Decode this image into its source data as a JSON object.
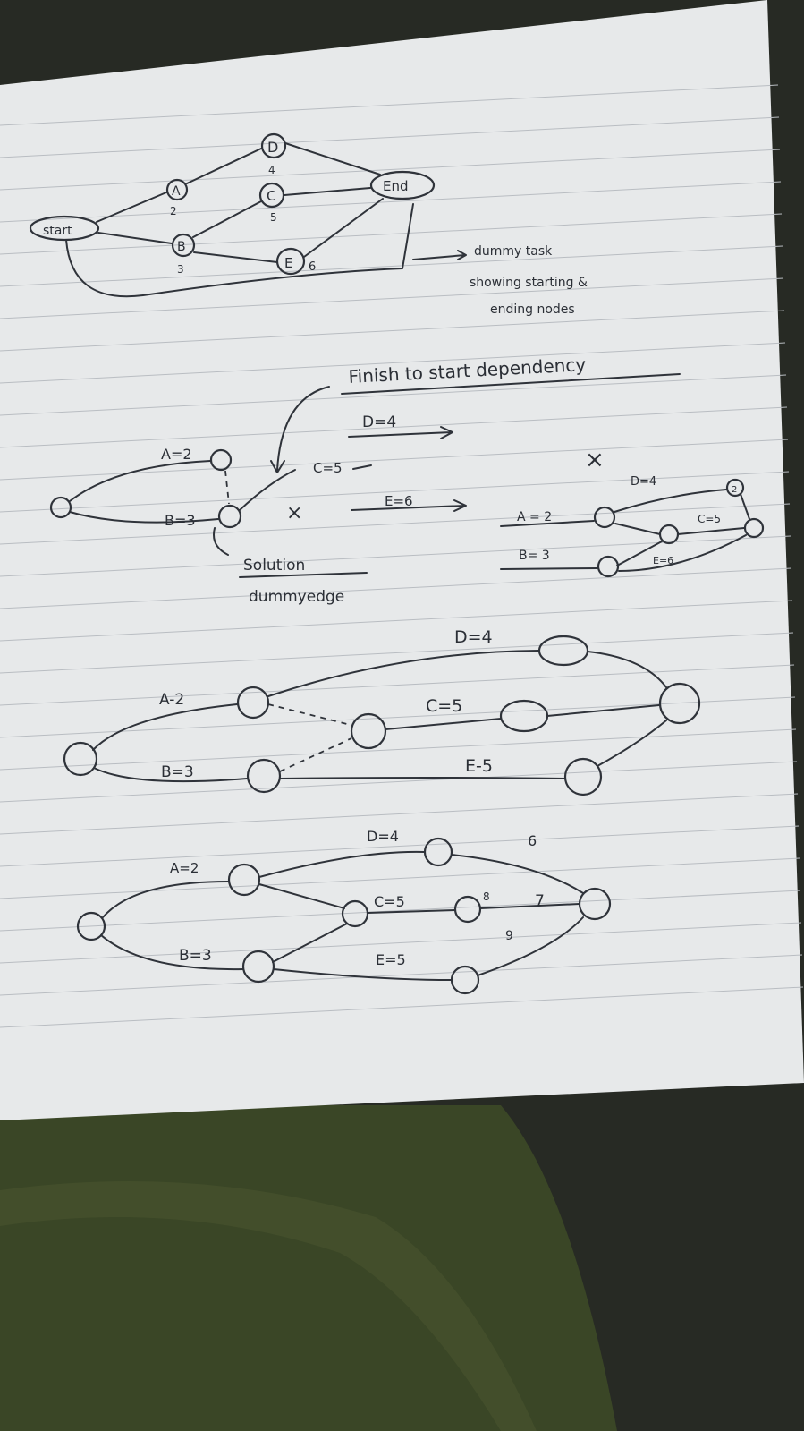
{
  "colors": {
    "paper": "#e7e9ea",
    "ink": "#2f333a",
    "fabric": "#3d4a25",
    "background": "#2a2d26"
  },
  "diagram1": {
    "start": "start",
    "end": "End",
    "nodes": {
      "a": "A",
      "b": "B",
      "c": "C",
      "d": "D",
      "e": "E"
    },
    "weights": {
      "a": "2",
      "b": "3",
      "c": "5",
      "d": "4",
      "e": "6"
    },
    "note": [
      "dummy task",
      "showing starting &",
      "ending nodes"
    ]
  },
  "heading": "Finish to start dependency",
  "diagram2": {
    "left": {
      "a": "A=2",
      "b": "B=3",
      "c": "C=5",
      "d": "D=4",
      "e": "E=6",
      "cross": "×"
    },
    "solution": "Solution",
    "dummy": "dummyedge",
    "right": {
      "cross": "×",
      "a": "A = 2",
      "b": "B= 3",
      "c": "C=5",
      "d": "D=4",
      "e": "E=6",
      "end": "2"
    }
  },
  "diagram3": {
    "a": "A-2",
    "b": "B=3",
    "c": "C=5",
    "d": "D=4",
    "e": "E-5"
  },
  "diagram4": {
    "a": "A=2",
    "b": "B=3",
    "c": "C=5",
    "d": "D=4",
    "e": "E=5",
    "n6": "6",
    "n7": "7",
    "n8": "8",
    "n9": "9"
  }
}
